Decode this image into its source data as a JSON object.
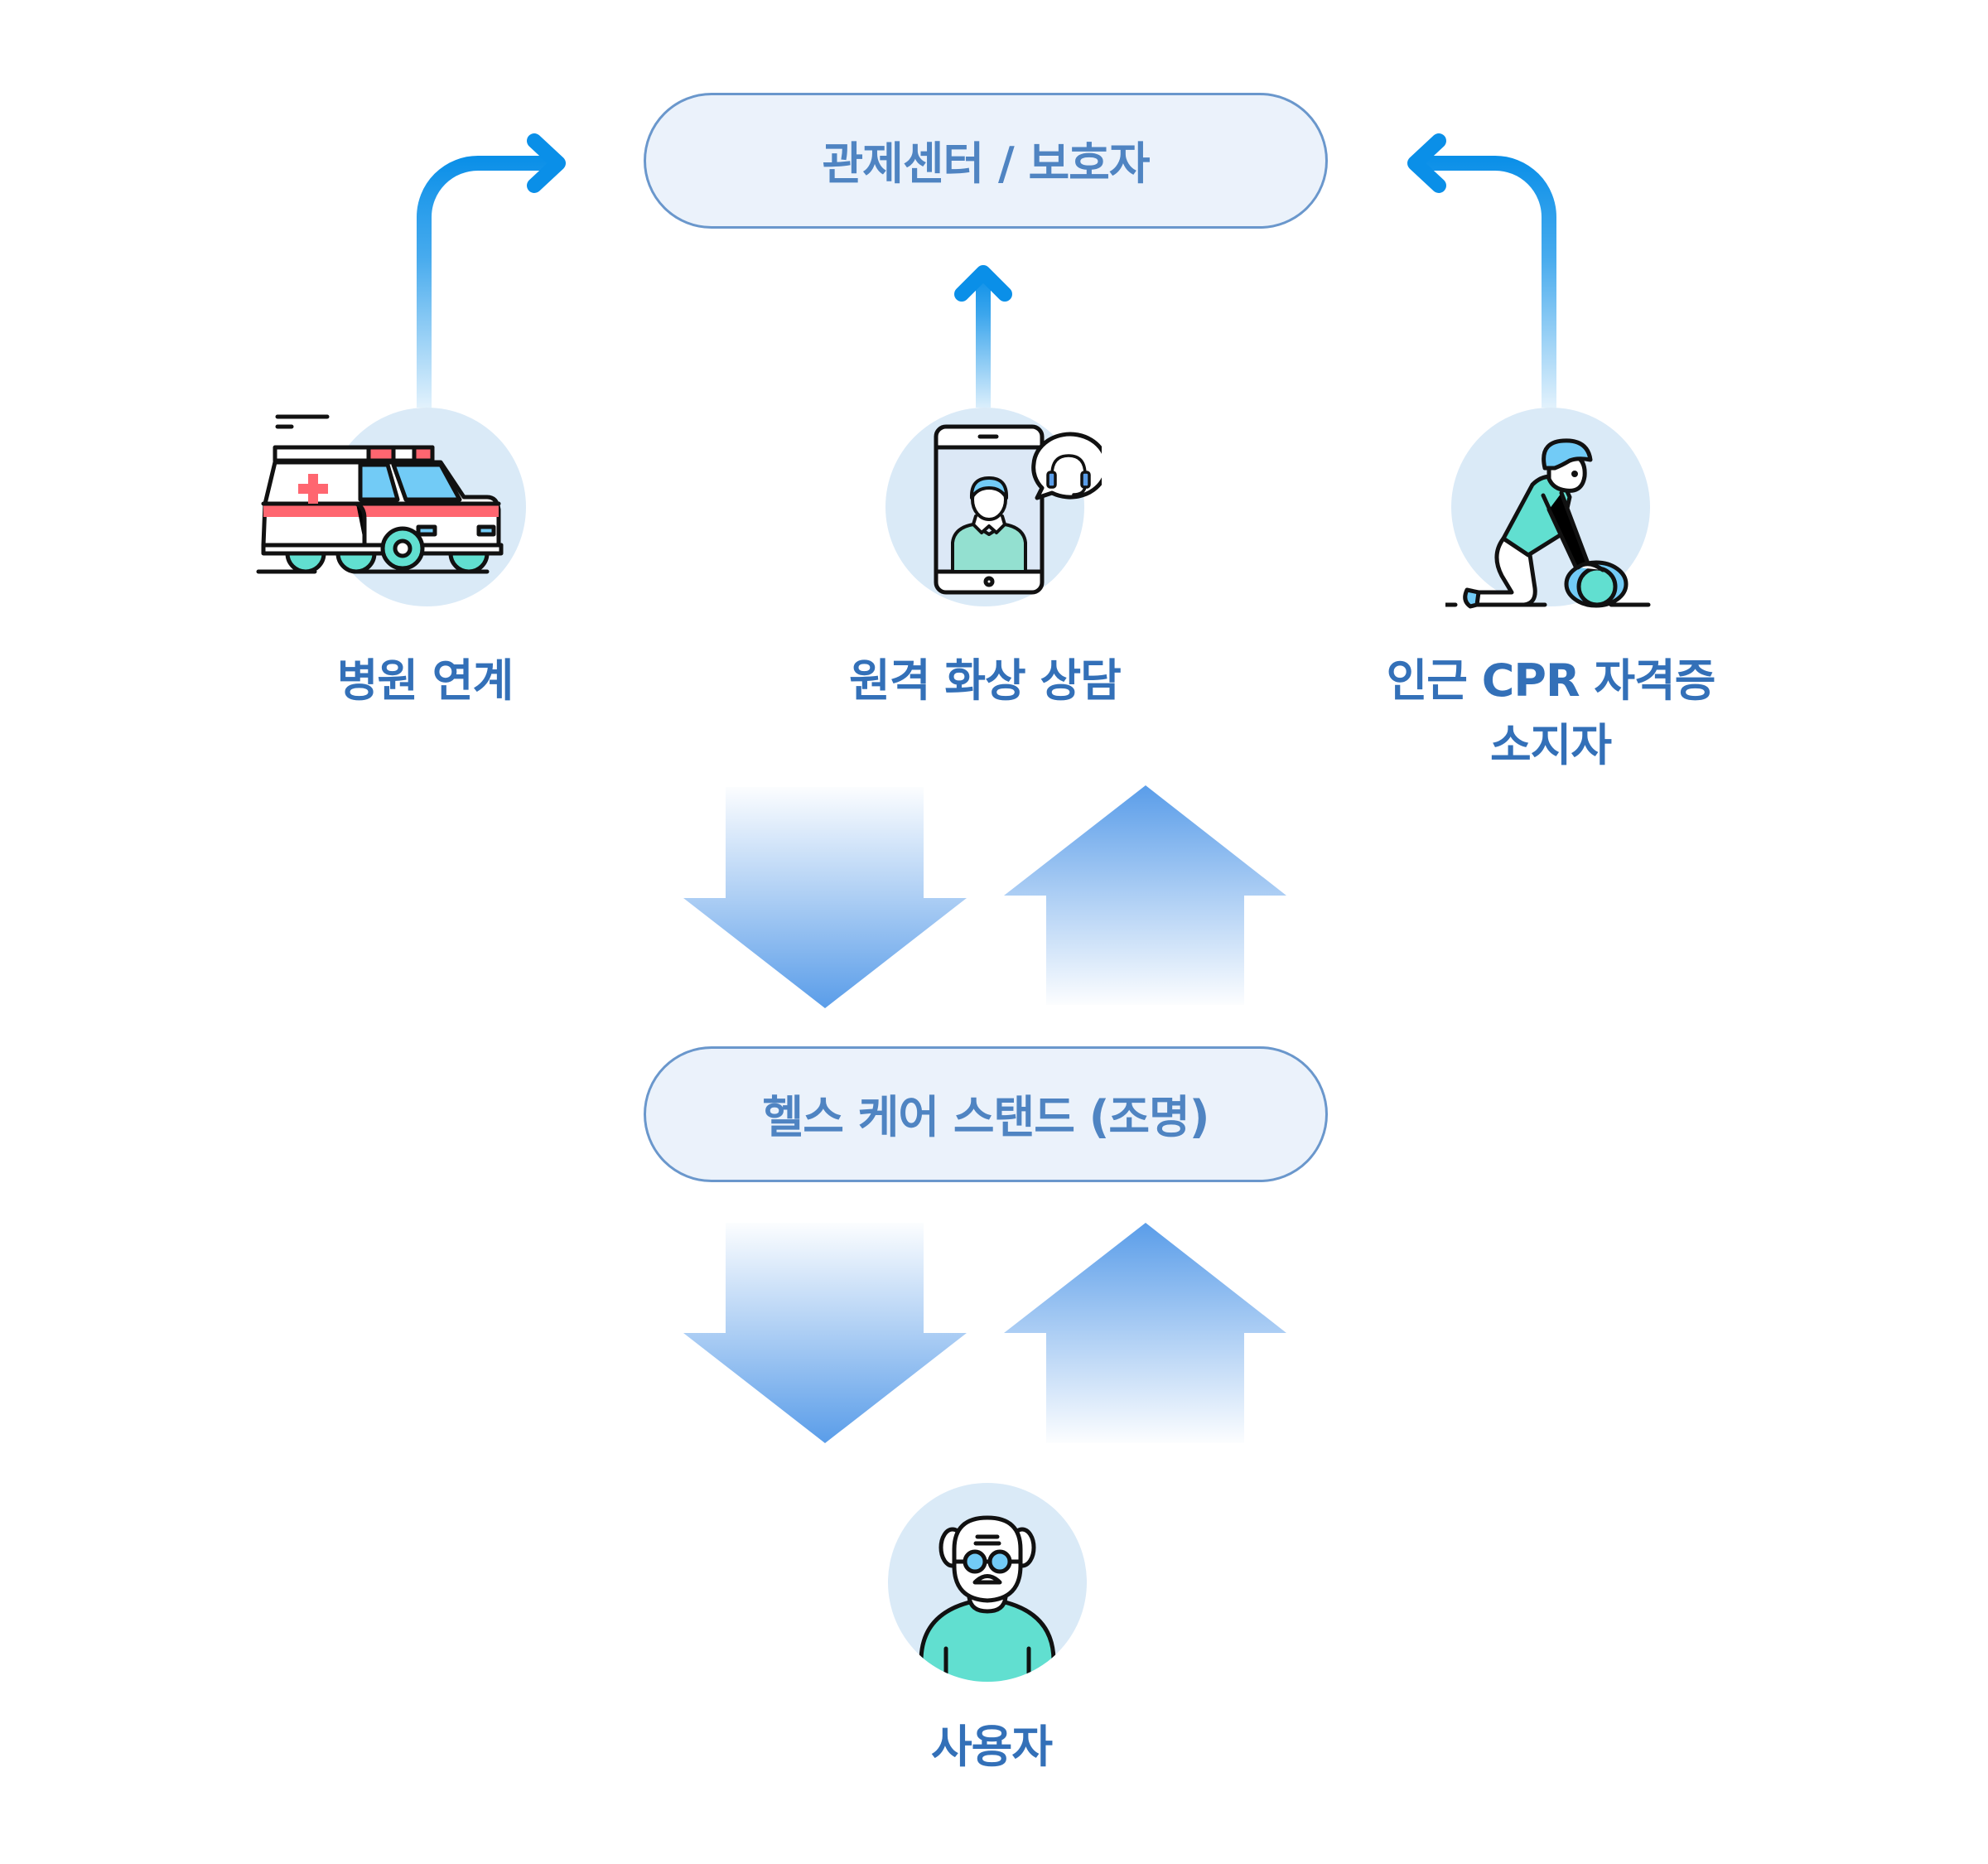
{
  "top_node": {
    "label": "관제센터 / 보호자"
  },
  "services": [
    {
      "id": "hospital",
      "label": "병원 연계",
      "icon": "ambulance-icon"
    },
    {
      "id": "video",
      "label": "원격 화상 상담",
      "icon": "video-consultation-icon"
    },
    {
      "id": "cpr",
      "label_line1": "인근 CPR 자격증",
      "label_line2": "소지자",
      "icon": "cpr-responder-icon"
    }
  ],
  "middle_node": {
    "label": "헬스 케어 스탠드 (조명)"
  },
  "user_node": {
    "label": "사용자",
    "icon": "elderly-user-icon"
  },
  "colors": {
    "accent_blue": "#0A8FE8",
    "label_blue": "#3370B8",
    "pill_border": "#6A97CC",
    "pill_fill": "#EBF2FB",
    "circle_fill": "#DAEAF7",
    "flow_arrow": "#5A9DE9"
  }
}
